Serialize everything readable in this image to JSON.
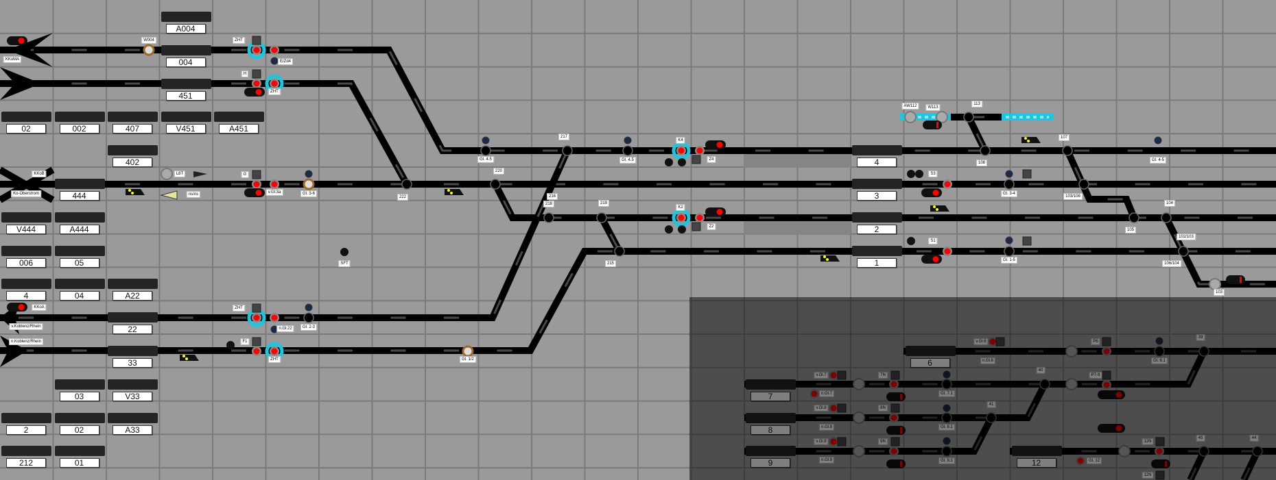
{
  "blocks": [
    {
      "label": "A004"
    },
    {
      "label": "004"
    },
    {
      "label": "451"
    },
    {
      "label": "02"
    },
    {
      "label": "002"
    },
    {
      "label": "407"
    },
    {
      "label": "V451"
    },
    {
      "label": "A451"
    },
    {
      "label": "402"
    },
    {
      "label": "444"
    },
    {
      "label": "V444"
    },
    {
      "label": "A444"
    },
    {
      "label": "006"
    },
    {
      "label": "05"
    },
    {
      "label": "4"
    },
    {
      "label": "04"
    },
    {
      "label": "A22"
    },
    {
      "label": "22"
    },
    {
      "label": "33"
    },
    {
      "label": "03"
    },
    {
      "label": "V33"
    },
    {
      "label": "2"
    },
    {
      "label": "02"
    },
    {
      "label": "A33"
    },
    {
      "label": "212"
    },
    {
      "label": "01"
    },
    {
      "label": "4"
    },
    {
      "label": "3"
    },
    {
      "label": "2"
    },
    {
      "label": "1"
    },
    {
      "label": "6"
    },
    {
      "label": "7"
    },
    {
      "label": "8"
    },
    {
      "label": "9"
    },
    {
      "label": "12"
    }
  ],
  "signal_labels": [
    "W004",
    "ZHT",
    "E/Zd4",
    "H",
    "ZHT",
    "KKoMA",
    "KKoB",
    "Ko-Oberstrom",
    "L8T",
    "G",
    "v.Gl.3a",
    "Gl. 3-6",
    "ns/ns",
    "KKoA",
    "v.Koblenz/Rhein",
    "n.Koblenz/Rhein",
    "ZHT",
    "n.Gl.22",
    "Gl. 2-3",
    "F1",
    "ZHT",
    "Gl. 1/2",
    "SFT",
    "Gl. 4.5",
    "217",
    "Gl. 4.5",
    "220",
    "222",
    "216",
    "218",
    "219",
    "215",
    "K4",
    "Z4",
    "K2",
    "Z2",
    "S3",
    "S1",
    "Gl. 3-4",
    "Gl. 1-5",
    "AW112",
    "W113",
    "113",
    "108",
    "107",
    "Gl. 4-5",
    "103/106",
    "105",
    "104",
    "102/103",
    "106/104",
    "103",
    "v.Gl.7",
    "n.Gl.7",
    "7N",
    "Gl. 7.1",
    "v.Gl.8",
    "n.Gl.8",
    "8N",
    "Gl. 8.1",
    "v.Gl.9",
    "n.Gl.9",
    "9N",
    "Gl. 9.1",
    "v.Gl.6",
    "n.Gl.6",
    "P6",
    "P7-9",
    "Gl. 6.1",
    "39",
    "40",
    "41",
    "12N",
    "Gl. 12",
    "45",
    "44",
    "12N"
  ],
  "colors": {
    "background": "#9a9a9a",
    "track": "#000000",
    "signal_red": "#ff0000",
    "route_cyan": "#19c8e0",
    "occupied_blue": "#1a2a4a",
    "ring_brown": "#a06a28",
    "train_yellow": "#ffff00"
  }
}
